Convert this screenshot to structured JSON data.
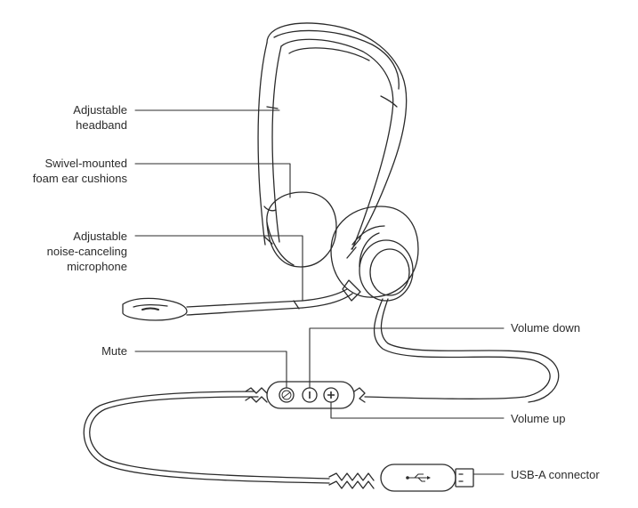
{
  "labels": {
    "headband": [
      "Adjustable",
      "headband"
    ],
    "ear_cushions": [
      "Swivel-mounted",
      "foam ear cushions"
    ],
    "microphone": [
      "Adjustable",
      "noise-canceling",
      "microphone"
    ],
    "mute": "Mute",
    "volume_down": "Volume down",
    "volume_up": "Volume up",
    "usb": "USB-A connector"
  },
  "colors": {
    "line": "#2b2b2b",
    "fill": "#ffffff"
  },
  "icons": [
    "minus-icon",
    "plus-icon",
    "mute-icon",
    "usb-symbol-icon"
  ]
}
